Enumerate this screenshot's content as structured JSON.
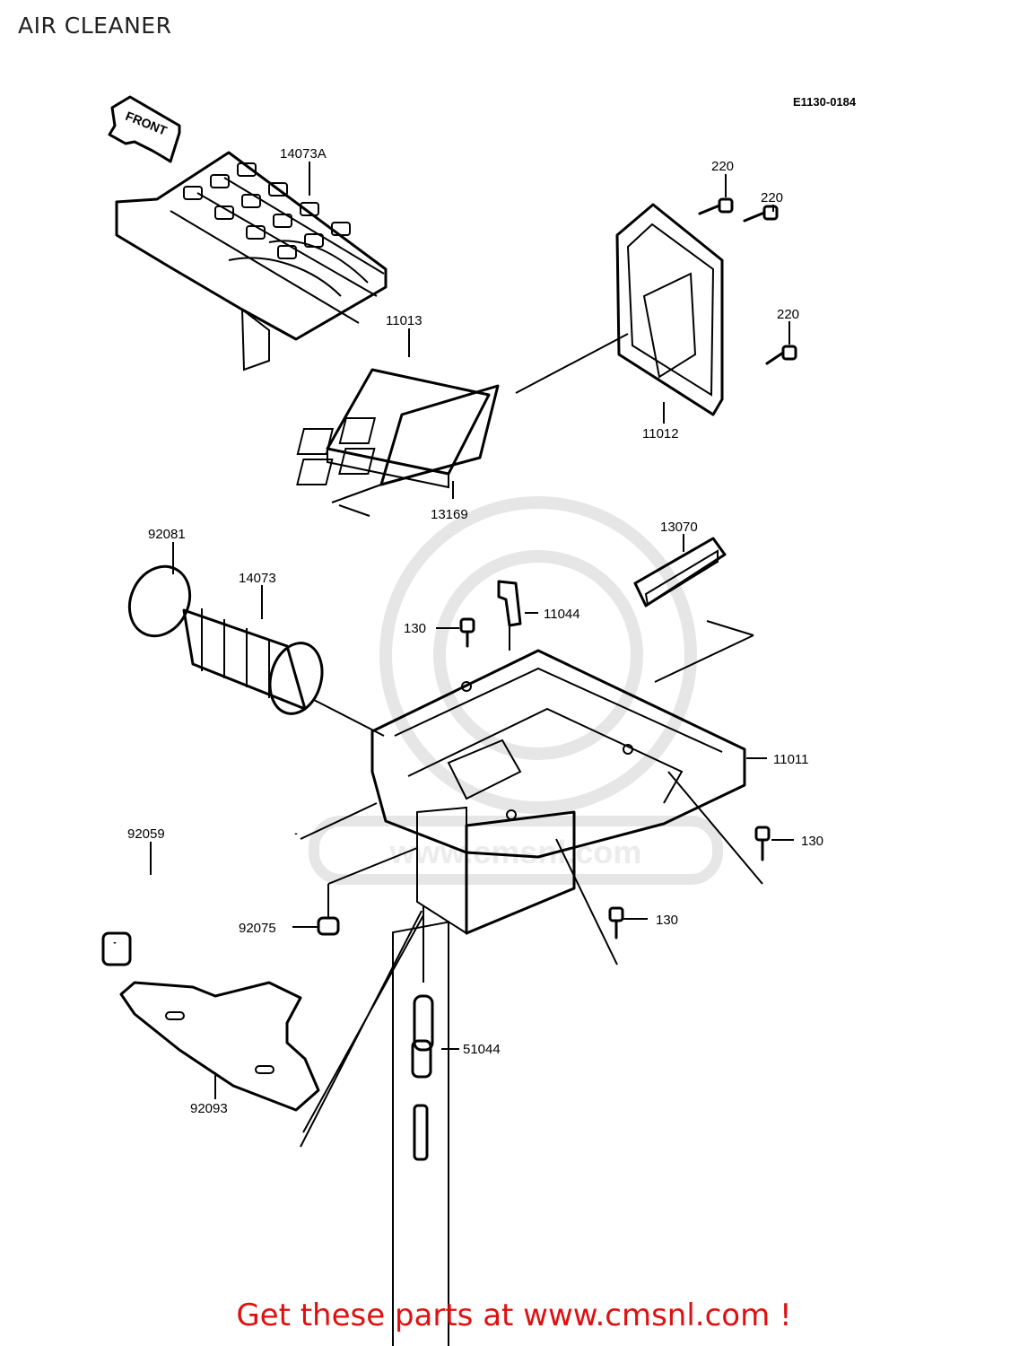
{
  "page": {
    "title": "AIR CLEANER",
    "drawing_code": "E1130-0184",
    "promo": "Get these parts at www.cmsnl.com !",
    "watermark_text": "www.cmsnl.com"
  },
  "front_arrow": "FRONT",
  "parts": [
    {
      "id": "14073A"
    },
    {
      "id": "11013"
    },
    {
      "id": "11012"
    },
    {
      "id": "13169"
    },
    {
      "id": "220a",
      "label": "220"
    },
    {
      "id": "220b",
      "label": "220"
    },
    {
      "id": "220c",
      "label": "220"
    },
    {
      "id": "92081"
    },
    {
      "id": "14073"
    },
    {
      "id": "13070"
    },
    {
      "id": "11044"
    },
    {
      "id": "130a",
      "label": "130"
    },
    {
      "id": "11011"
    },
    {
      "id": "130b",
      "label": "130"
    },
    {
      "id": "130c",
      "label": "130"
    },
    {
      "id": "92059"
    },
    {
      "id": "92075"
    },
    {
      "id": "51044"
    },
    {
      "id": "92093"
    }
  ]
}
